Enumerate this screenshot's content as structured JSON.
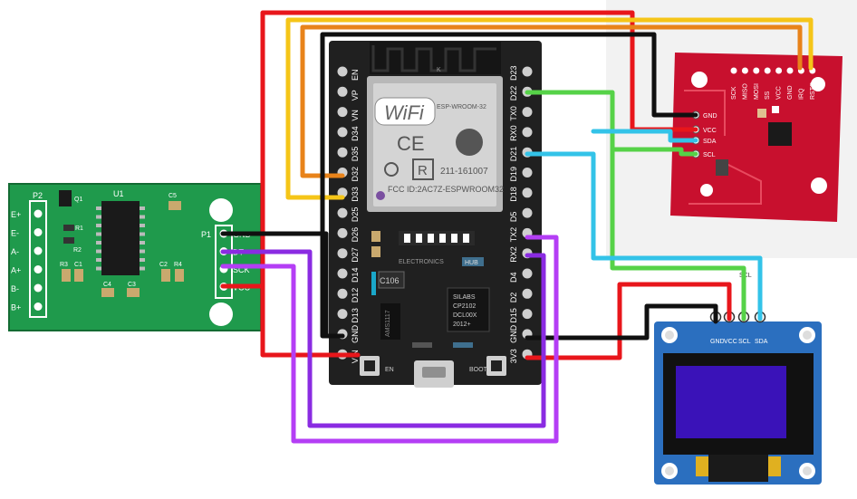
{
  "hx711": {
    "chip_label": "U1",
    "left_header_label": "P2",
    "right_header_label": "P1",
    "left_pins": [
      "E+",
      "E-",
      "A-",
      "A+",
      "B-",
      "B+"
    ],
    "right_pins": [
      "GND",
      "DT",
      "SCK",
      "VCC"
    ],
    "components": [
      "Q1",
      "R1",
      "R2",
      "R3",
      "C1",
      "C2",
      "R4",
      "C3",
      "C4",
      "C5"
    ]
  },
  "esp32": {
    "left_pins": [
      "EN",
      "VP",
      "VN",
      "D34",
      "D35",
      "D32",
      "D33",
      "D25",
      "D26",
      "D27",
      "D14",
      "D12",
      "D13",
      "GND",
      "VIN"
    ],
    "right_pins": [
      "D23",
      "D22",
      "TX0",
      "RX0",
      "D21",
      "D19",
      "D18",
      "D5",
      "TX2",
      "RX2",
      "D4",
      "D2",
      "D15",
      "GND",
      "3V3"
    ],
    "wifi_text": "WiFi",
    "module_name": "ESP-WROOM-32",
    "cert_text": "211-161007",
    "fcc_text": "FCC ID:2AC7Z-ESPWROOM32",
    "ce_mark": "CE",
    "r_mark": "R",
    "antenna_mark": "K",
    "brand_text": "ELECTRONICS",
    "brand_suffix": "HUB",
    "cap_label": "C106",
    "regulator_label": "AMS1117",
    "usb_chip_lines": [
      "SILABS",
      "CP2102",
      "DCL00X",
      "2012+"
    ],
    "en_button": "EN",
    "boot_button": "BOOT"
  },
  "rfid": {
    "pin_labels": [
      "GND",
      "VCC",
      "SDA",
      "SCL"
    ],
    "top_labels": [
      "SCK",
      "MISO",
      "MOSI",
      "SS",
      "VCC",
      "GND",
      "IRQ",
      "RSTO"
    ]
  },
  "oled": {
    "pin_labels": [
      "GND",
      "VCC",
      "SCL",
      "SDA"
    ],
    "scl_label_above": "SCL"
  },
  "colors": {
    "red": "#e8161b",
    "black": "#101010",
    "yellow": "#f5c518",
    "orange": "#e8831a",
    "green": "#56d248",
    "cyan": "#33c3e8",
    "purple_dark": "#8a2be2",
    "purple_light": "#b43ef5",
    "board": "#202020",
    "hx711_board": "#1f9a4c",
    "rfid_board": "#c8102e",
    "oled_board": "#2b6fbf",
    "oled_screen": "#3a12b8"
  }
}
